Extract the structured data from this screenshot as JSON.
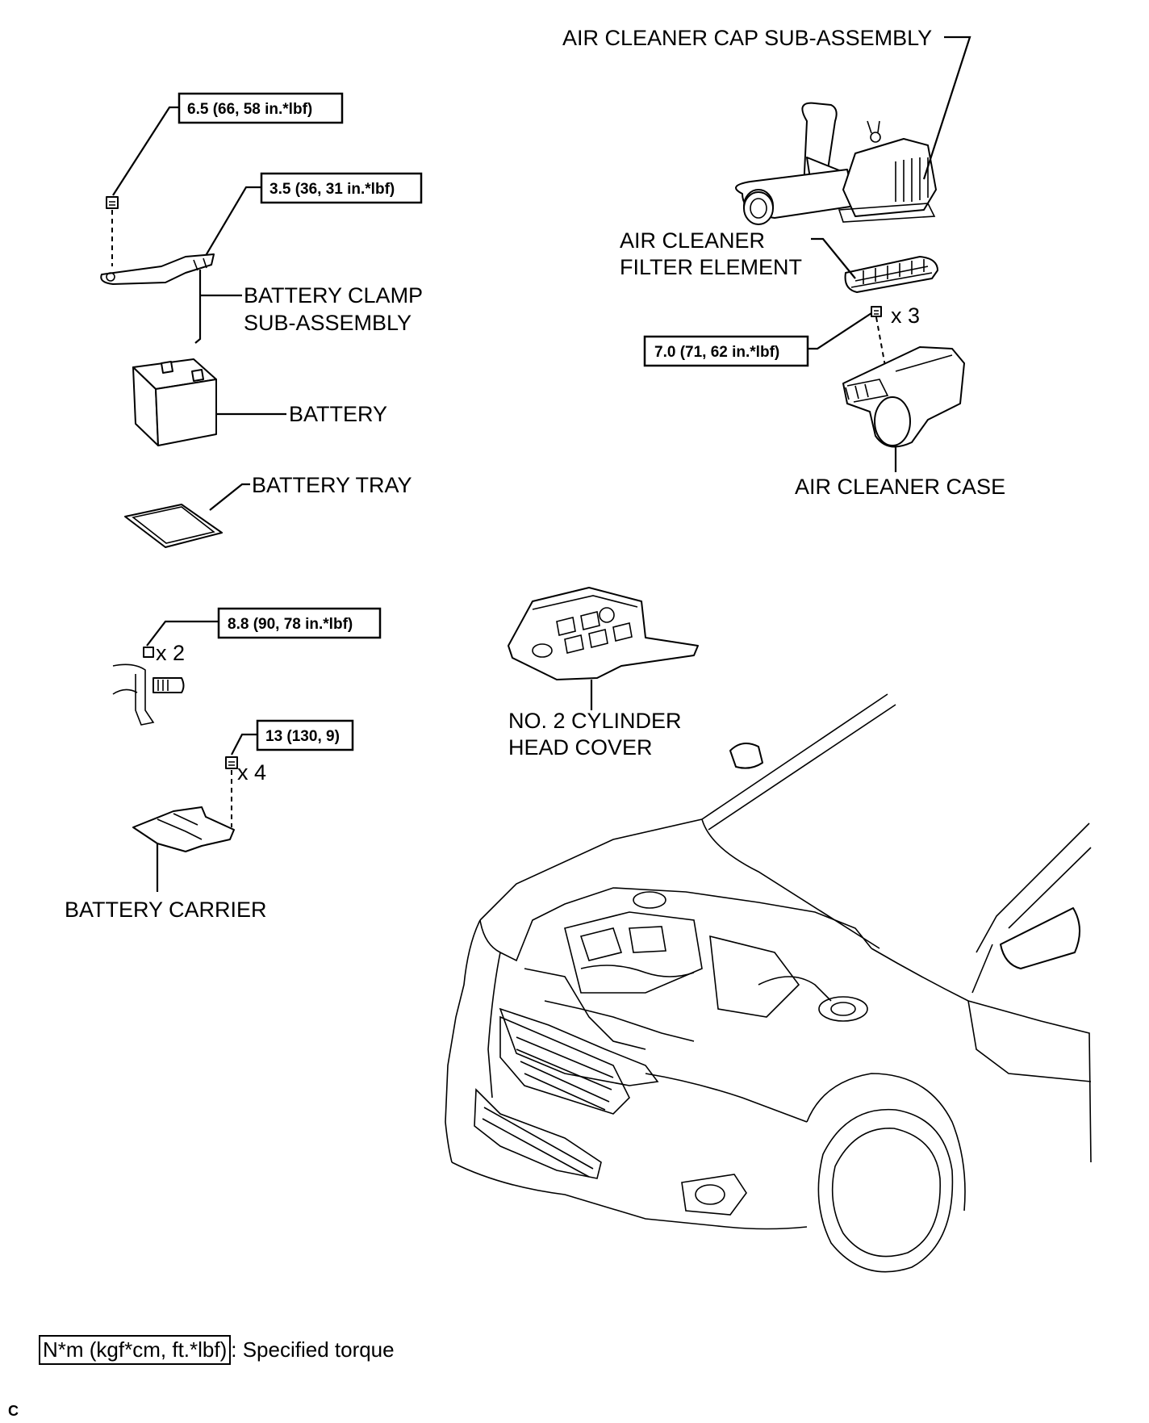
{
  "labels": {
    "air_cleaner_cap": "AIR CLEANER CAP SUB-ASSEMBLY",
    "filter_line1": "AIR CLEANER",
    "filter_line2": "FILTER ELEMENT",
    "air_cleaner_case": "AIR CLEANER CASE",
    "battery_clamp_line1": "BATTERY CLAMP",
    "battery_clamp_line2": "SUB-ASSEMBLY",
    "battery": "BATTERY",
    "battery_tray": "BATTERY TRAY",
    "head_cover_line1": "NO. 2 CYLINDER",
    "head_cover_line2": "HEAD COVER",
    "battery_carrier": "BATTERY CARRIER"
  },
  "torques": {
    "clamp_bolt": "6.5 (66, 58 in.*lbf)",
    "clamp_nut": "3.5 (36, 31 in.*lbf)",
    "case_bolt": "7.0 (71, 62 in.*lbf)",
    "terminal": "8.8 (90, 78 in.*lbf)",
    "carrier_bolt": "13 (130, 9)"
  },
  "quantities": {
    "case_bolt": "x 3",
    "terminal": "x 2",
    "carrier_bolt": "x 4"
  },
  "legend": {
    "key": "N*m (kgf*cm, ft.*lbf)",
    "text": ": Specified torque"
  },
  "corner_mark": "C"
}
